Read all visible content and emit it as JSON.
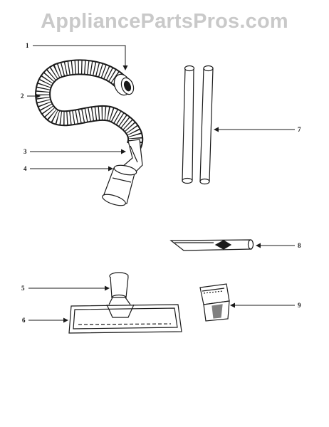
{
  "watermark": "AppliancePartsPros.com",
  "callouts": [
    "1",
    "2",
    "3",
    "4",
    "5",
    "6",
    "7",
    "8",
    "9"
  ],
  "colors": {
    "ink": "#1a1a1a",
    "paper": "#ffffff",
    "watermark": "#c9c9c9"
  }
}
